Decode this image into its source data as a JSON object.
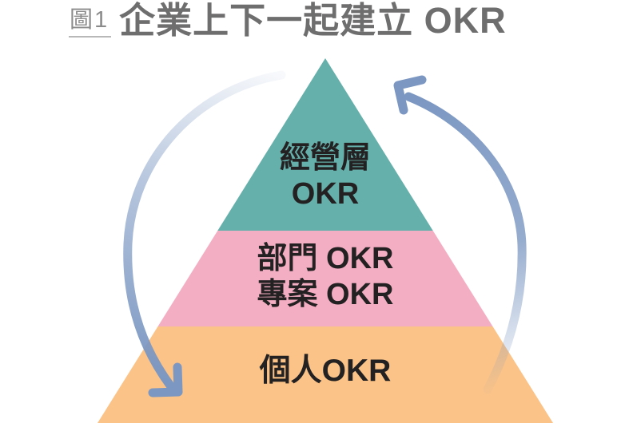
{
  "figure": {
    "label": "圖1",
    "title": "企業上下一起建立 OKR"
  },
  "pyramid": {
    "text_color": "#232122",
    "tiers": [
      {
        "id": "executive",
        "lines": [
          "經營層",
          "OKR"
        ],
        "color": "#66b0ab"
      },
      {
        "id": "department-project",
        "lines": [
          "部門 OKR",
          "專案 OKR"
        ],
        "color": "#f4aec3"
      },
      {
        "id": "individual",
        "lines": [
          "個人OKR"
        ],
        "color": "#fbc387"
      }
    ]
  },
  "arrows": {
    "color": "#7b97c2",
    "left": {
      "icon": "curved-arrow-down-icon",
      "direction": "top-to-bottom"
    },
    "right": {
      "icon": "curved-arrow-up-icon",
      "direction": "bottom-to-top"
    }
  }
}
